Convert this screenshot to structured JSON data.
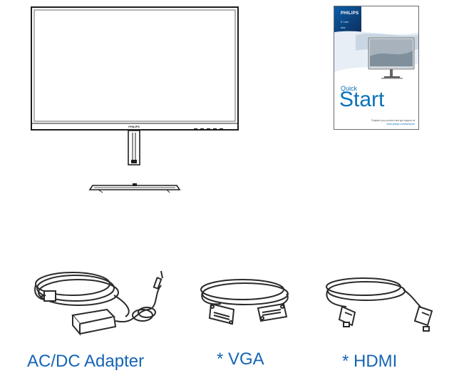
{
  "monitor": {
    "brand": "PHILIPS"
  },
  "quick_start": {
    "brand": "PHILIPS",
    "series": "E Line",
    "model": "####",
    "quick": "Quick",
    "start": "Start",
    "register_text": "Register your product and get support at",
    "url": "www.philips.com/welcome"
  },
  "accessories": [
    {
      "label": "AC/DC Adapter"
    },
    {
      "label": "* VGA"
    },
    {
      "label": "* HDMI"
    }
  ],
  "colors": {
    "label_blue": "#1565b5",
    "philips_blue": "#0b72b9",
    "line_dark": "#2b2b2b"
  }
}
